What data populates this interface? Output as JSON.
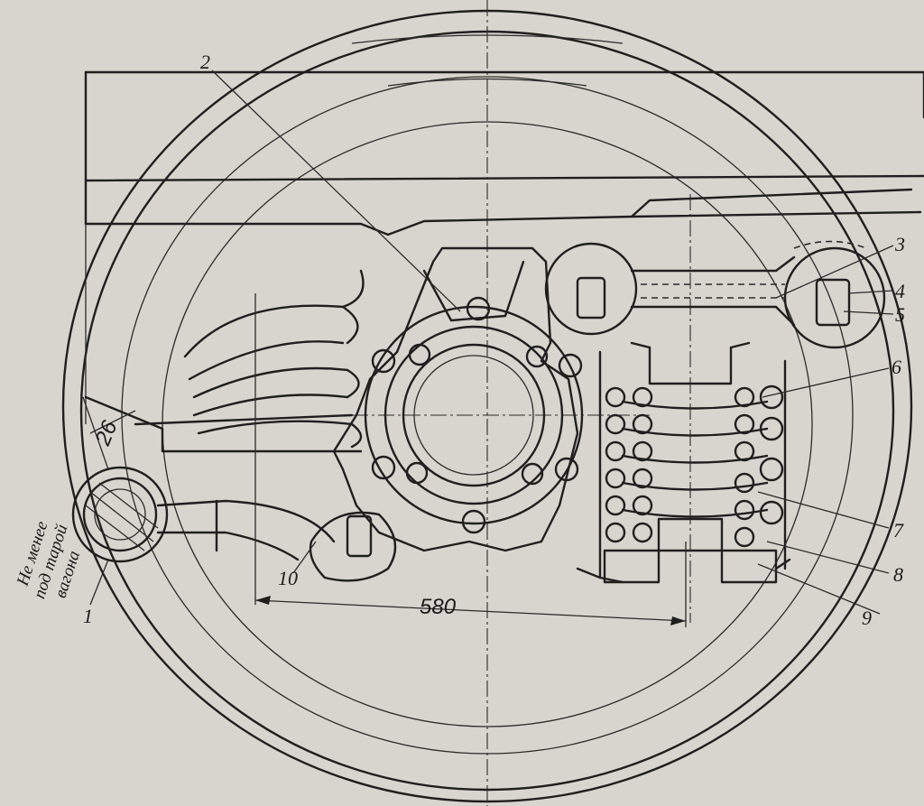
{
  "callouts": {
    "c1": "1",
    "c2": "2",
    "c3": "3",
    "c4": "4",
    "c5": "5",
    "c6": "6",
    "c7": "7",
    "c8": "8",
    "c9": "9",
    "c10": "10"
  },
  "dimensions": {
    "span": "580",
    "gap": "26"
  },
  "note_lines": [
    "Не менее",
    "под тарой",
    "вагона"
  ],
  "colors": {
    "paper": "#d8d5cf",
    "ink": "#1f1f1f"
  }
}
